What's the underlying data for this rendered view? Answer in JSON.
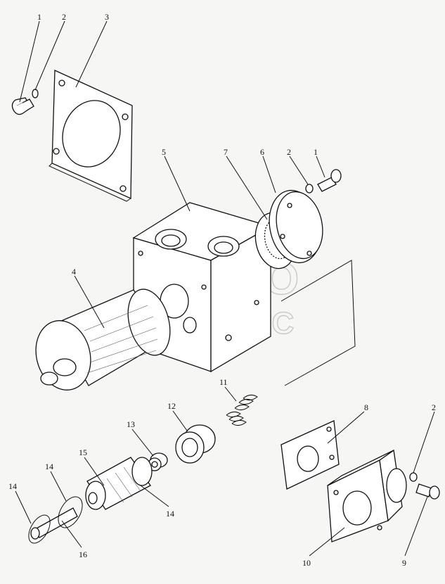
{
  "watermark": {
    "line1": "АВТО",
    "line2": "АЛЬЯНС"
  },
  "callouts": [
    {
      "id": "c1a",
      "text": "1"
    },
    {
      "id": "c2a",
      "text": "2"
    },
    {
      "id": "c3",
      "text": "3"
    },
    {
      "id": "c5",
      "text": "5"
    },
    {
      "id": "c7",
      "text": "7"
    },
    {
      "id": "c6",
      "text": "6"
    },
    {
      "id": "c2b",
      "text": "2"
    },
    {
      "id": "c1b",
      "text": "1"
    },
    {
      "id": "c4",
      "text": "4"
    },
    {
      "id": "c11",
      "text": "11"
    },
    {
      "id": "c8",
      "text": "8"
    },
    {
      "id": "c2c",
      "text": "2"
    },
    {
      "id": "c12",
      "text": "12"
    },
    {
      "id": "c13",
      "text": "13"
    },
    {
      "id": "c15",
      "text": "15"
    },
    {
      "id": "c14a",
      "text": "14"
    },
    {
      "id": "c14b",
      "text": "14"
    },
    {
      "id": "c14c",
      "text": "14"
    },
    {
      "id": "c16",
      "text": "16"
    },
    {
      "id": "c10",
      "text": "10"
    },
    {
      "id": "c9",
      "text": "9"
    }
  ]
}
